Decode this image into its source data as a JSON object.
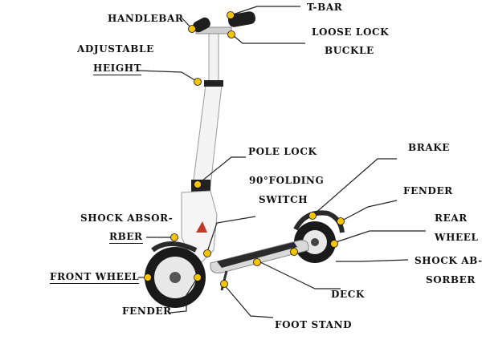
{
  "labels": {
    "handlebar": "HANDLEBAR",
    "t_bar": "T-BAR",
    "loose_lock": "LOOSE LOCK",
    "buckle": "BUCKLE",
    "adjustable": "ADJUSTABLE",
    "height": "HEIGHT",
    "pole_lock": "POLE LOCK",
    "brake": "BRAKE",
    "folding_1": "90°FOLDING",
    "folding_2": "SWITCH",
    "fender_rear": "FENDER",
    "shock_front_1": "SHOCK ABSOR-",
    "shock_front_2": "RBER",
    "rear": "REAR",
    "wheel": "WHEEL",
    "front_wheel": "FRONT WHEEL",
    "shock_rear_1": "SHOCK AB-",
    "shock_rear_2": "SORBER",
    "deck": "DECK",
    "fender_front": "FENDER",
    "foot_stand": "FOOT STAND"
  },
  "colors": {
    "frame": "#f2f2f2",
    "frame_edge": "#9a9a9a",
    "tire": "#1a1a1a",
    "deck": "#2b2b2b",
    "dot": "#f5c400",
    "leader": "#222222",
    "accent_red": "#c0392b"
  }
}
